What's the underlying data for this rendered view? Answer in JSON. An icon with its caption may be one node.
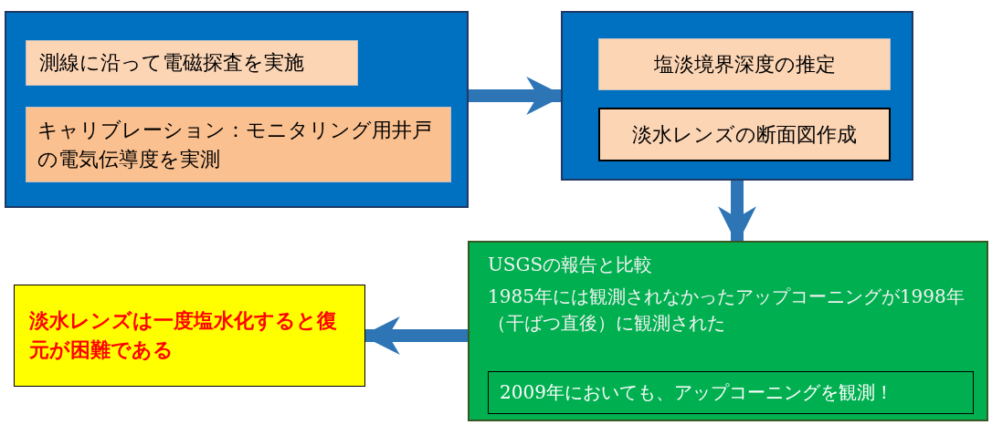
{
  "diagram": {
    "nodes": [
      {
        "text": [],
        "shape": "box"
      },
      {
        "text": [
          "測線に沿って電磁探査を実施"
        ],
        "in": 0
      },
      {
        "text": [
          "キャリブレーション：モニタリング用井戸の電気伝導度を実測"
        ],
        "in": 0
      },
      {
        "text": [],
        "shape": "box"
      },
      {
        "text": [
          "塩淡境界深度の推定"
        ],
        "in": 3
      },
      {
        "text": [
          "淡水レンズの断面図作成"
        ],
        "in": 3
      },
      {
        "text": [
          "USGSの報告と比較",
          "1985年には観測されなかったアップコーニングが1998年（干ばつ直後）に観測された"
        ]
      },
      {
        "text": [
          "2009年においても、アップコーニングを観測！"
        ],
        "in": 6
      },
      {
        "text": [
          "淡水レンズは一度塩水化すると復元が困難である"
        ]
      }
    ],
    "edges": [
      {
        "from": 0,
        "to": 3,
        "arrow": "to"
      },
      {
        "from": 3,
        "to": 6,
        "arrow": "to"
      },
      {
        "from": 6,
        "to": 8,
        "arrow": "to"
      }
    ]
  }
}
